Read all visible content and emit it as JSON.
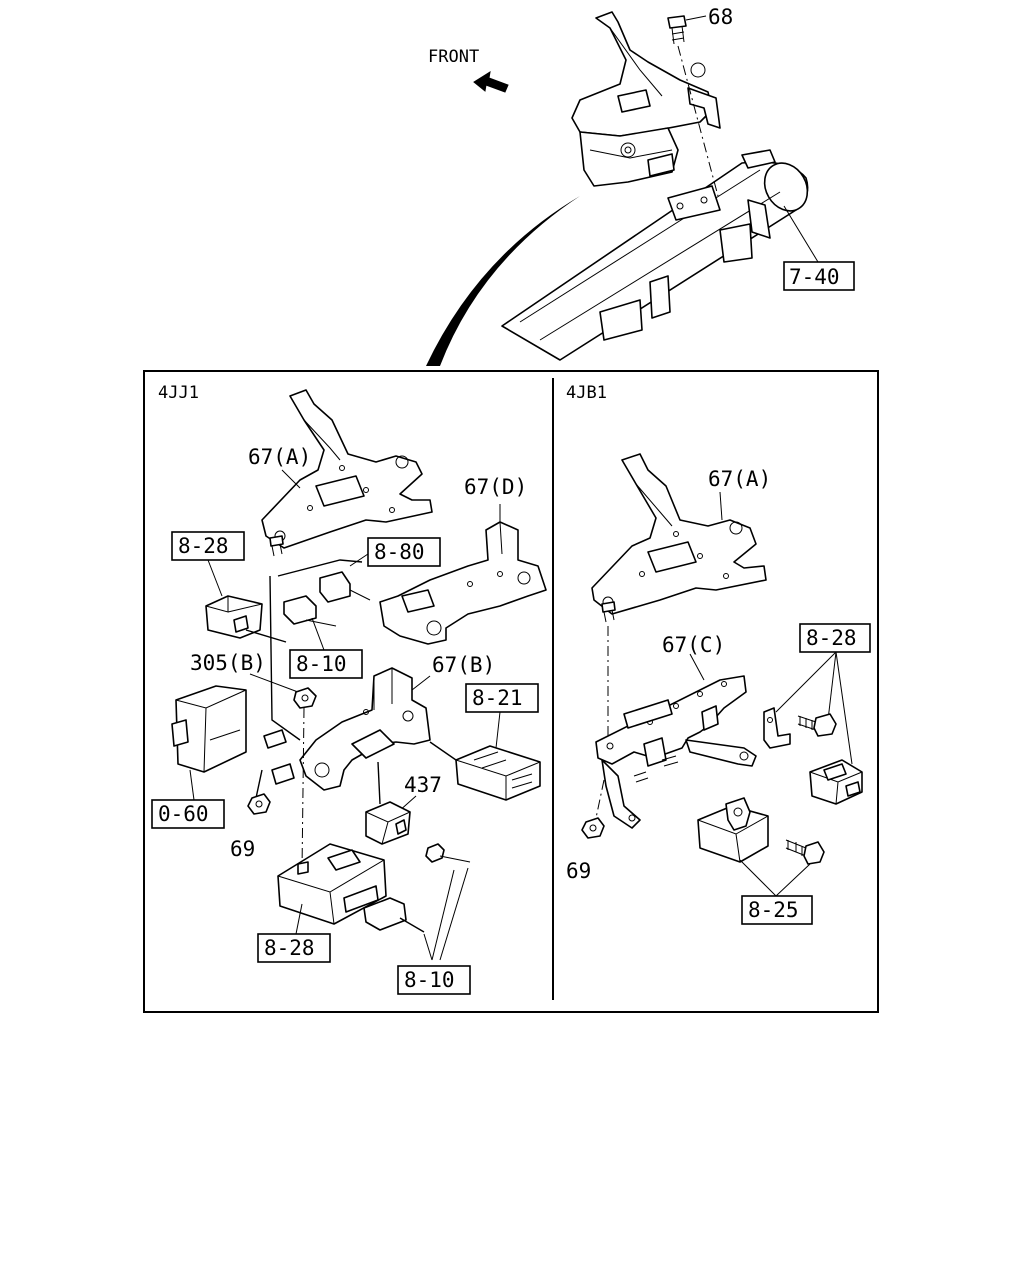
{
  "diagram": {
    "direction_label": "FRONT",
    "sections": [
      {
        "id": "left",
        "label": "4JJ1"
      },
      {
        "id": "right",
        "label": "4JB1"
      }
    ],
    "callouts_top": {
      "bolt": "68",
      "crossmember_ref": "7-40"
    },
    "callouts_4jj1": {
      "bracket_a": "67(A)",
      "bracket_d": "67(D)",
      "bracket_b": "67(B)",
      "nut_b": "305(B)",
      "nut": "69",
      "part_437": "437",
      "ref_8_28_top": "8-28",
      "ref_8_80": "8-80",
      "ref_8_10_mid": "8-10",
      "ref_8_21": "8-21",
      "ref_0_60": "0-60",
      "ref_8_28_bottom": "8-28",
      "ref_8_10_bottom": "8-10"
    },
    "callouts_4jb1": {
      "bracket_a": "67(A)",
      "bracket_c": "67(C)",
      "nut": "69",
      "ref_8_28": "8-28",
      "ref_8_25": "8-25"
    }
  }
}
